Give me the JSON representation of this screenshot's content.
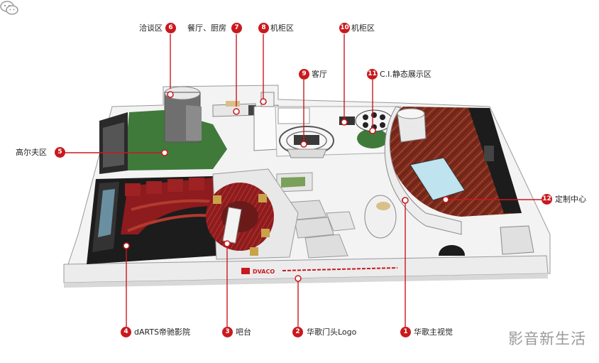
{
  "colors": {
    "accent": "#c9191e",
    "floor": "#f2f2f2",
    "wall": "#e2e2e2",
    "theater": "#1c1c1c",
    "seat_red": "#8e1b1e",
    "golf_green": "#3f7a3a",
    "herringbone": "#7a2a1c"
  },
  "callouts": [
    {
      "num": "1",
      "label": "华歌主视觉"
    },
    {
      "num": "2",
      "label": "华歌门头Logo"
    },
    {
      "num": "3",
      "label": "吧台"
    },
    {
      "num": "4",
      "label": "dARTS帝驰影院"
    },
    {
      "num": "5",
      "label": "高尔夫区"
    },
    {
      "num": "6",
      "label": "洽谈区"
    },
    {
      "num": "7",
      "label": "餐厅、厨房"
    },
    {
      "num": "8",
      "label": "机柜区"
    },
    {
      "num": "9",
      "label": "客厅"
    },
    {
      "num": "10",
      "label": "机柜区"
    },
    {
      "num": "11",
      "label": "C.I.静态展示区"
    },
    {
      "num": "12",
      "label": "定制中心"
    }
  ],
  "wall_logo_text": "DVACO",
  "watermark": "影音新生活",
  "watermark_icon": "wechat-icon"
}
